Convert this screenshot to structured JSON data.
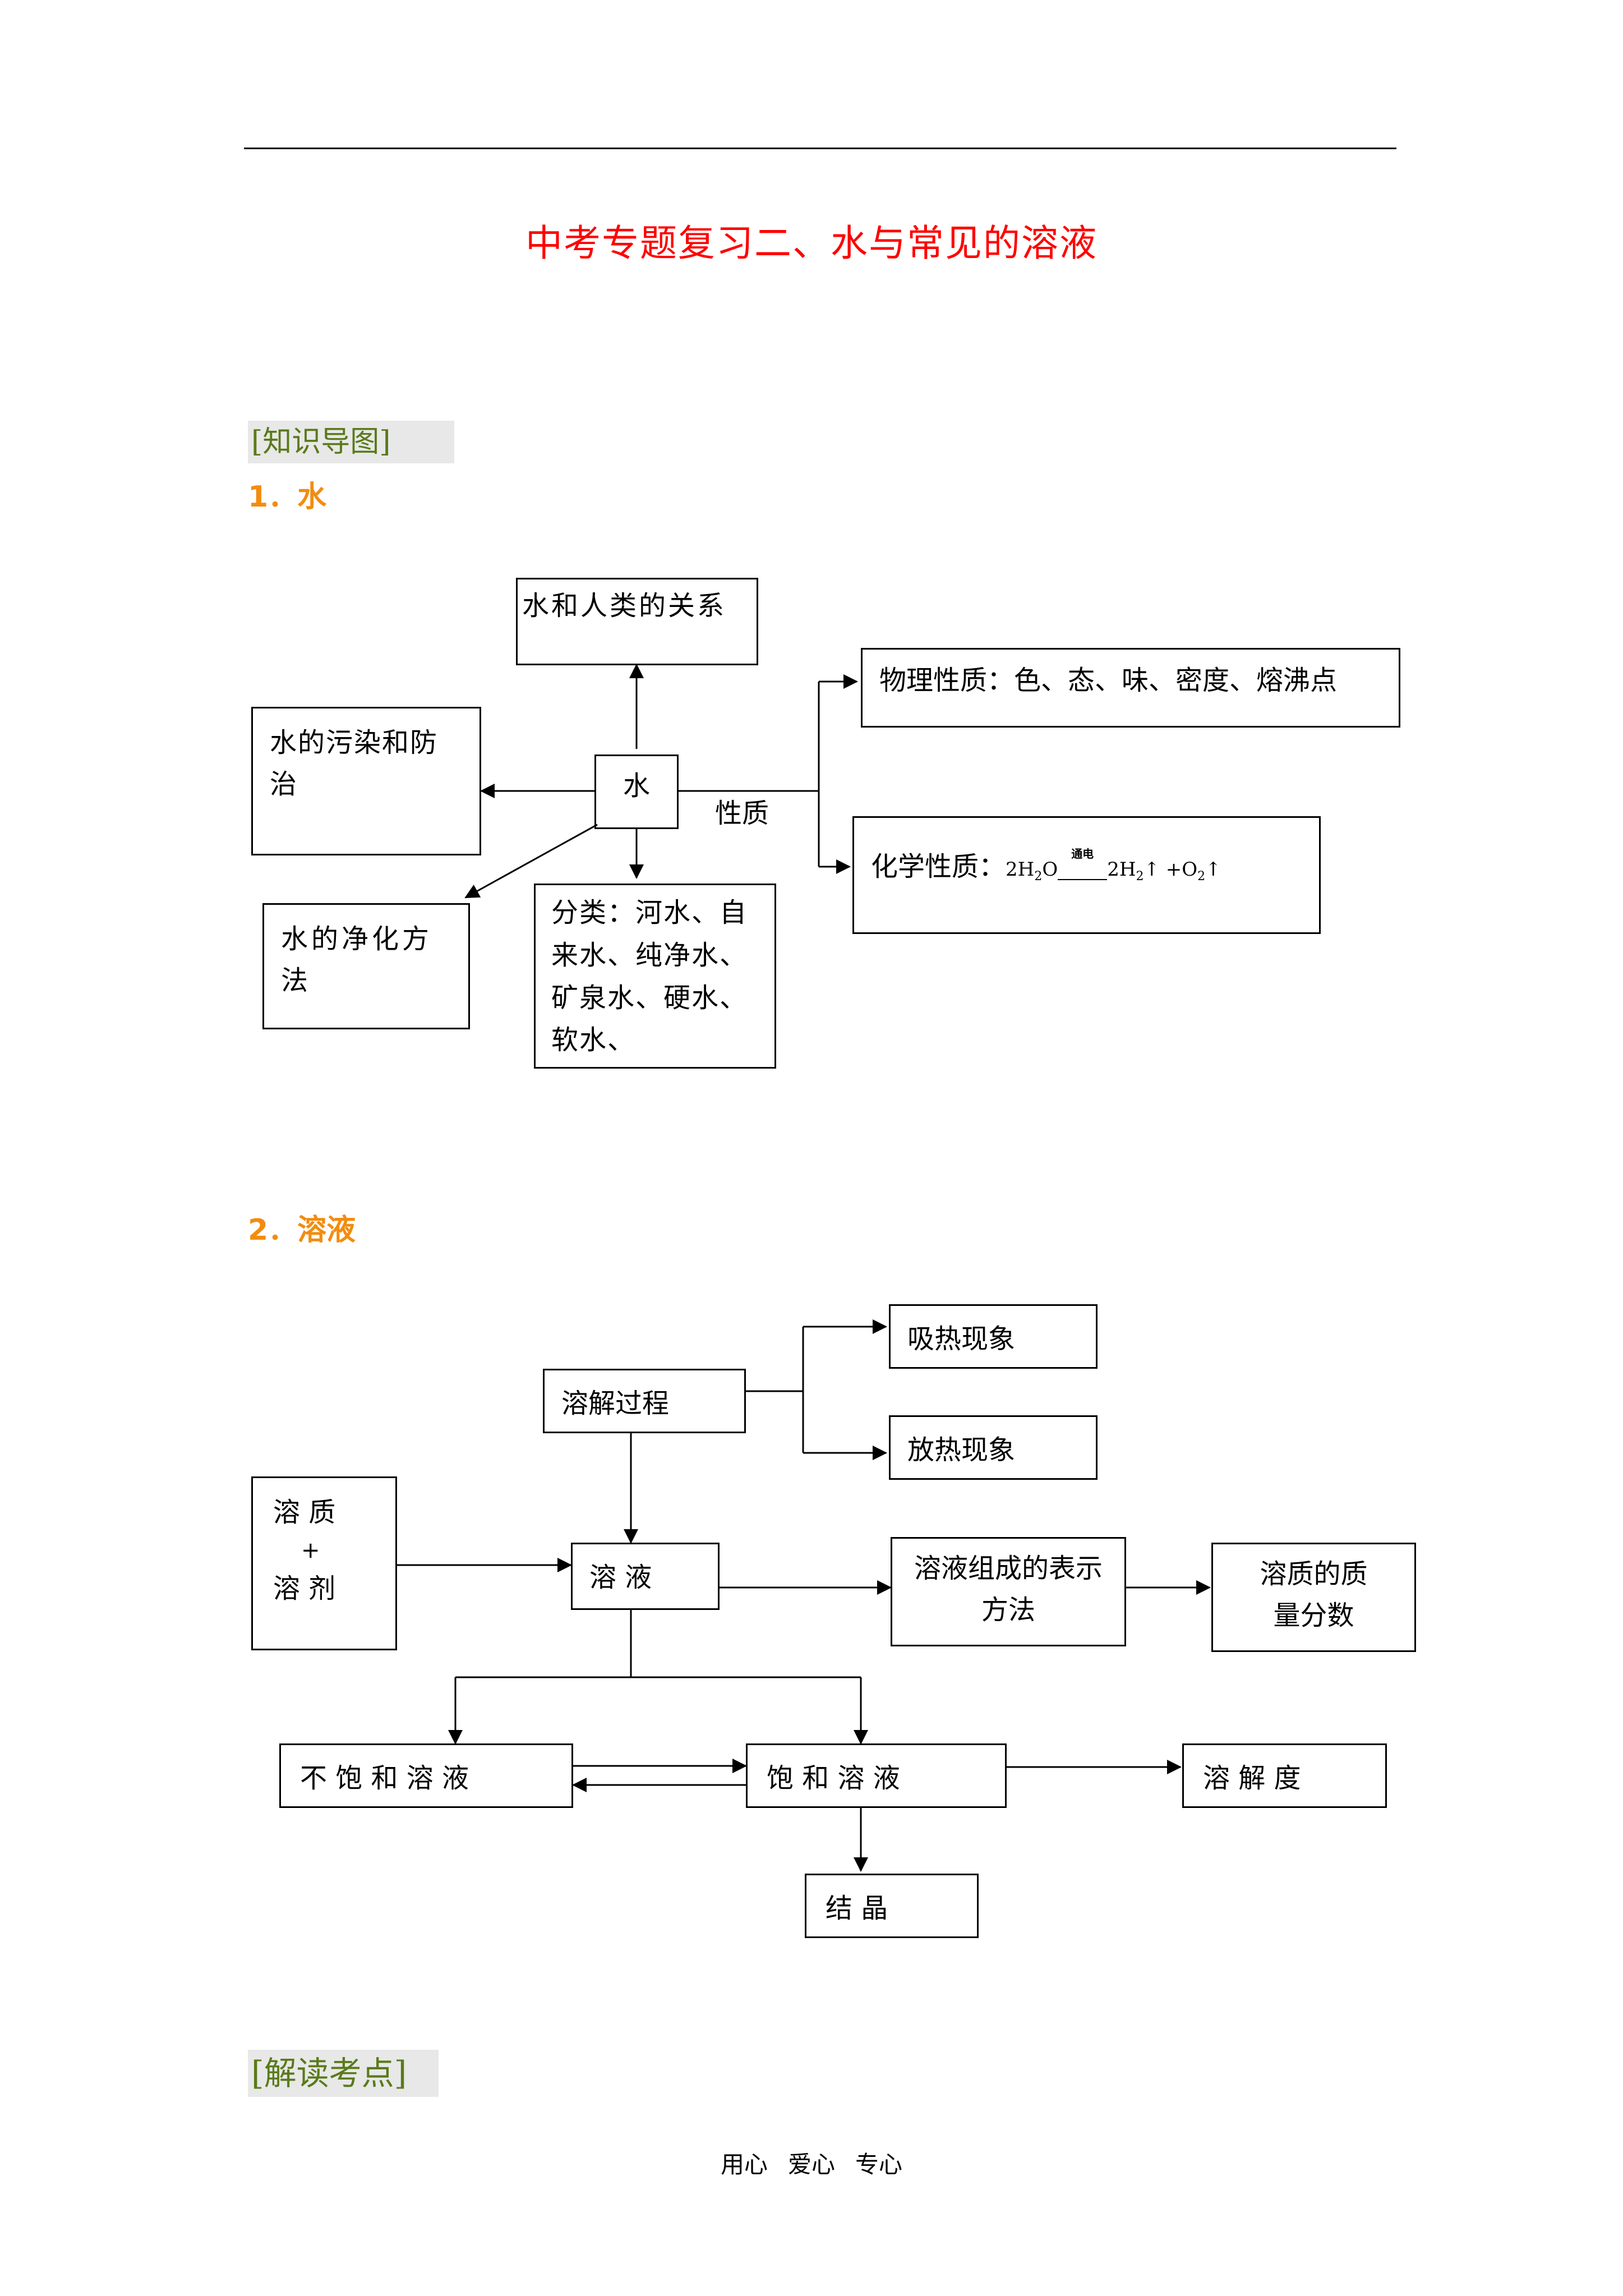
{
  "title": "中考专题复习二、水与常见的溶液",
  "section_tags": {
    "knowledge_map": "[知识导图]",
    "exam_points": "[解读考点]"
  },
  "headings": {
    "water": "1．水",
    "solution": "2．溶液"
  },
  "water_map": {
    "center": "水",
    "relation": "水和人类的关系",
    "pollution": "水的污染和防治",
    "purification": "水的净化方法",
    "classification": "分类：河水、自来水、纯净水、矿泉水、硬水、软水、",
    "property_label": "性质",
    "physical": "物理性质：色、态、味、密度、熔沸点",
    "chemical_label": "化学性质：",
    "chemical_equation": {
      "lhs": "2H",
      "lhs_sub": "2",
      "lhs_tail": "O",
      "condition": "通电",
      "rhs1": "2H",
      "rhs1_sub": "2",
      "arrow1": "↑",
      "plus": "+O",
      "rhs2_sub": "2",
      "arrow2": "↑"
    }
  },
  "solution_map": {
    "dissolving": "溶解过程",
    "absorb_heat": "吸热现象",
    "release_heat": "放热现象",
    "solute_line1": "溶 质",
    "plus": "+",
    "solvent_line2": "溶 剂",
    "solution": "溶 液",
    "composition": "溶液组成的表示方法",
    "mass_fraction": "溶质的质量分数",
    "unsaturated": "不 饱 和 溶 液",
    "saturated": "饱 和 溶 液",
    "solubility": "溶 解 度",
    "crystallization": "结 晶"
  },
  "footer": [
    "用心",
    "爱心",
    "专心"
  ]
}
